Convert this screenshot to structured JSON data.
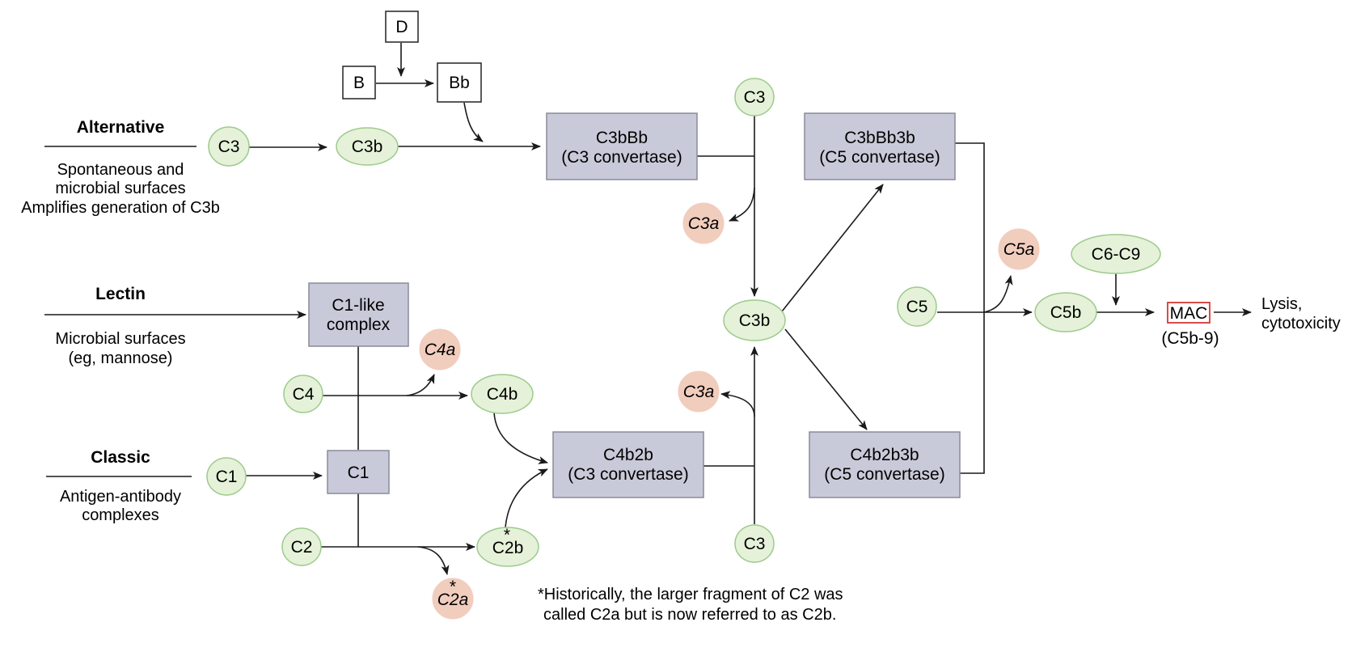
{
  "pathways": {
    "alternative": {
      "title": "Alternative",
      "desc": [
        "Spontaneous and",
        "microbial surfaces",
        "Amplifies generation of C3b"
      ]
    },
    "lectin": {
      "title": "Lectin",
      "desc": [
        "Microbial surfaces",
        "(eg, mannose)"
      ]
    },
    "classic": {
      "title": "Classic",
      "desc": [
        "Antigen-antibody",
        "complexes"
      ]
    }
  },
  "boxes": {
    "d": "D",
    "b": "B",
    "bb": "Bb",
    "c3bbb": [
      "C3bBb",
      "(C3 convertase)"
    ],
    "c3bbb3b": [
      "C3bBb3b",
      "(C5 convertase)"
    ],
    "c1like": [
      "C1-like",
      "complex"
    ],
    "c1": "C1",
    "c4b2b": [
      "C4b2b",
      "(C3 convertase)"
    ],
    "c4b2b3b": [
      "C4b2b3b",
      "(C5 convertase)"
    ],
    "mac": "MAC",
    "mac_sub": "(C5b-9)"
  },
  "components": {
    "c3_alt": "C3",
    "c3b_alt": "C3b",
    "c3_top": "C3",
    "c3b_center": "C3b",
    "c3_bottom": "C3",
    "c4": "C4",
    "c4b": "C4b",
    "c1_comp": "C1",
    "c2": "C2",
    "c2b": "C2b",
    "c5": "C5",
    "c5b": "C5b",
    "c6c9": "C6-C9"
  },
  "fragments": {
    "c3a_top": "C3a",
    "c3a_bottom": "C3a",
    "c4a": "C4a",
    "c2a": "C2a",
    "c5a": "C5a"
  },
  "asterisk": "*",
  "outcome": [
    "Lysis,",
    "cytotoxicity"
  ],
  "footnote": [
    "*Historically, the larger fragment of C2 was",
    "called C2a but is now referred to as C2b."
  ],
  "colors": {
    "component_fill": "#e5f1d8",
    "component_stroke": "#9ccb8b",
    "fragment_fill": "#f1cdbe",
    "complex_fill": "#c9cad9",
    "mac_outline": "#d23b35"
  }
}
